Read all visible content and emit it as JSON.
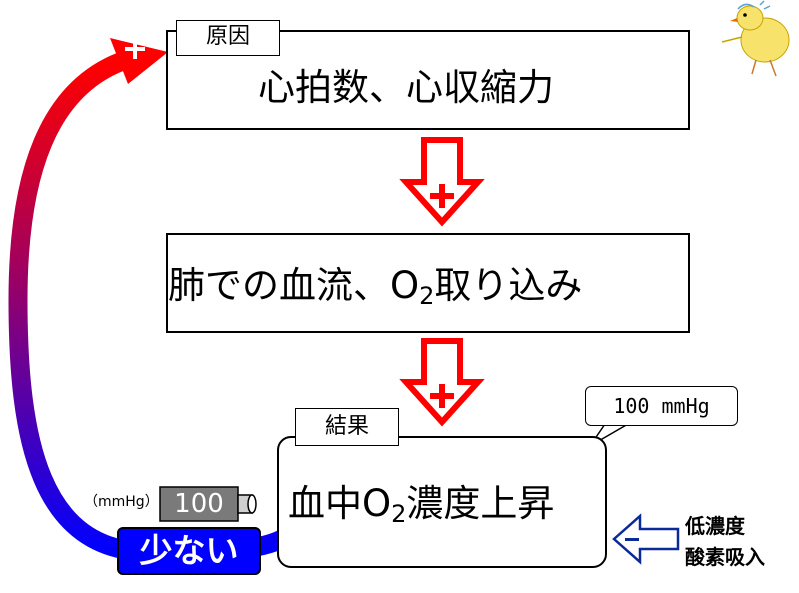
{
  "cause": {
    "tag": "原因",
    "text": "心拍数、心収縮力"
  },
  "middle": {
    "text_before": "肺での血流、O",
    "subscript": "2",
    "text_after": "取り込み"
  },
  "result": {
    "tag": "結果",
    "text_before": "血中O",
    "subscript": "2",
    "text_after": "濃度上昇"
  },
  "callout": {
    "text": "100 mmHg"
  },
  "gauge": {
    "unit": "（mmHg）",
    "value": "100"
  },
  "low_label": "少ない",
  "side_note": {
    "line1": "低濃度",
    "line2": "酸素吸入"
  },
  "signs": {
    "plus": "+",
    "minus": "−"
  },
  "colors": {
    "red": "#ff0000",
    "blue": "#0000ff",
    "navy": "#0a2a9a",
    "gauge": "#7a7a7a"
  }
}
